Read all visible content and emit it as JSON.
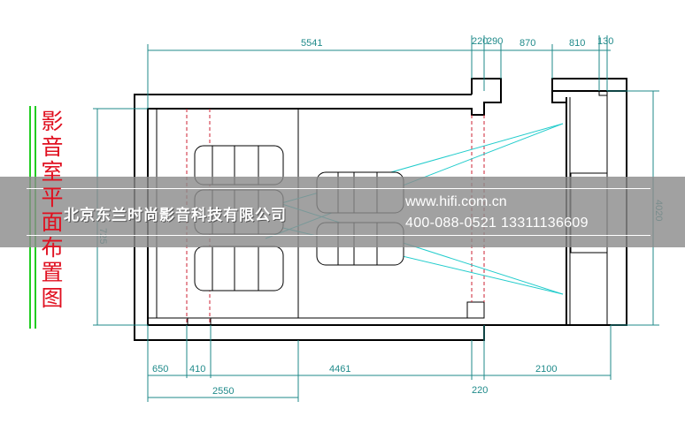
{
  "title": "影音室平面布置图",
  "dimensions": {
    "top": [
      "5541",
      "220",
      "290",
      "870",
      "810",
      "130"
    ],
    "bottom": [
      "650",
      "410",
      "4461",
      "220",
      "2100"
    ],
    "bottom_total": "2550",
    "left": "725",
    "right": "4020"
  },
  "watermark": {
    "company": "北京东兰时尚影音科技有限公司",
    "website": "www.hifi.com.cn",
    "phone": "400-088-0521  13311136609"
  },
  "colors": {
    "wall": "#000000",
    "dimension": "#1f8a8a",
    "projection": "#22cccc",
    "axis": "#cc2233",
    "title": "#e01020",
    "title_rule": "#22cc22"
  }
}
